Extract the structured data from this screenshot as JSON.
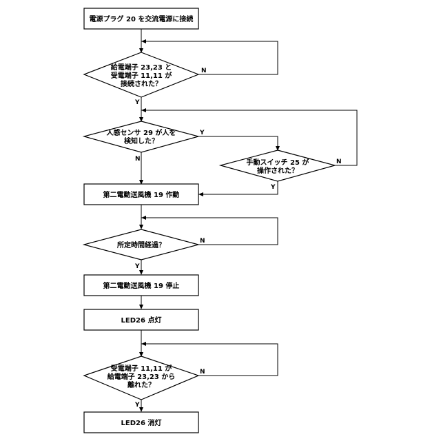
{
  "steps": {
    "plug_in": "電源プラグ 20 を交流電源に接続",
    "fan_start": "第二電動送風機 19 作動",
    "fan_stop": "第二電動送風機 19 停止",
    "led_on": "LED26 点灯",
    "led_off": "LED26 消灯"
  },
  "decisions": {
    "connected": [
      "給電端子 23,23 と",
      "受電端子 11,11 が",
      "接続された？"
    ],
    "sensor": [
      "人感センサ 29 が人を",
      "検知した？"
    ],
    "manual_switch": [
      "手動スイッチ 25 が",
      "操作された？"
    ],
    "time_elapsed": [
      "所定時間経過？"
    ],
    "separated": [
      "受電端子 11,11 が",
      "給電端子 23,23 から",
      "離れた？"
    ]
  },
  "labels": {
    "yes": "Y",
    "no": "N"
  }
}
